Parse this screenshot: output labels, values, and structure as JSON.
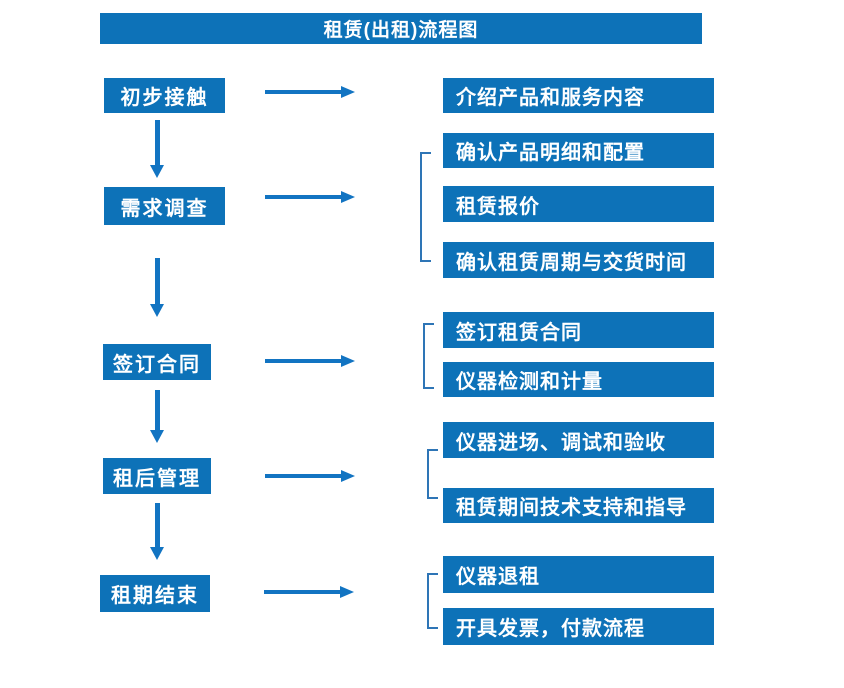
{
  "title": "租赁(出租)流程图",
  "colors": {
    "box_blue": "#0d72b8",
    "arrow_blue": "#1274c2",
    "bracket_blue": "#2e75b6",
    "text_white": "#ffffff"
  },
  "flow": {
    "steps": [
      {
        "label": "初步接触",
        "details": [
          "介绍产品和服务内容"
        ]
      },
      {
        "label": "需求调查",
        "details": [
          "确认产品明细和配置",
          "租赁报价",
          "确认租赁周期与交货时间"
        ]
      },
      {
        "label": "签订合同",
        "details": [
          "签订租赁合同",
          "仪器检测和计量"
        ]
      },
      {
        "label": "租后管理",
        "details": [
          "仪器进场、调试和验收",
          "租赁期间技术支持和指导"
        ]
      },
      {
        "label": "租期结束",
        "details": [
          "仪器退租",
          "开具发票，付款流程"
        ]
      }
    ]
  }
}
